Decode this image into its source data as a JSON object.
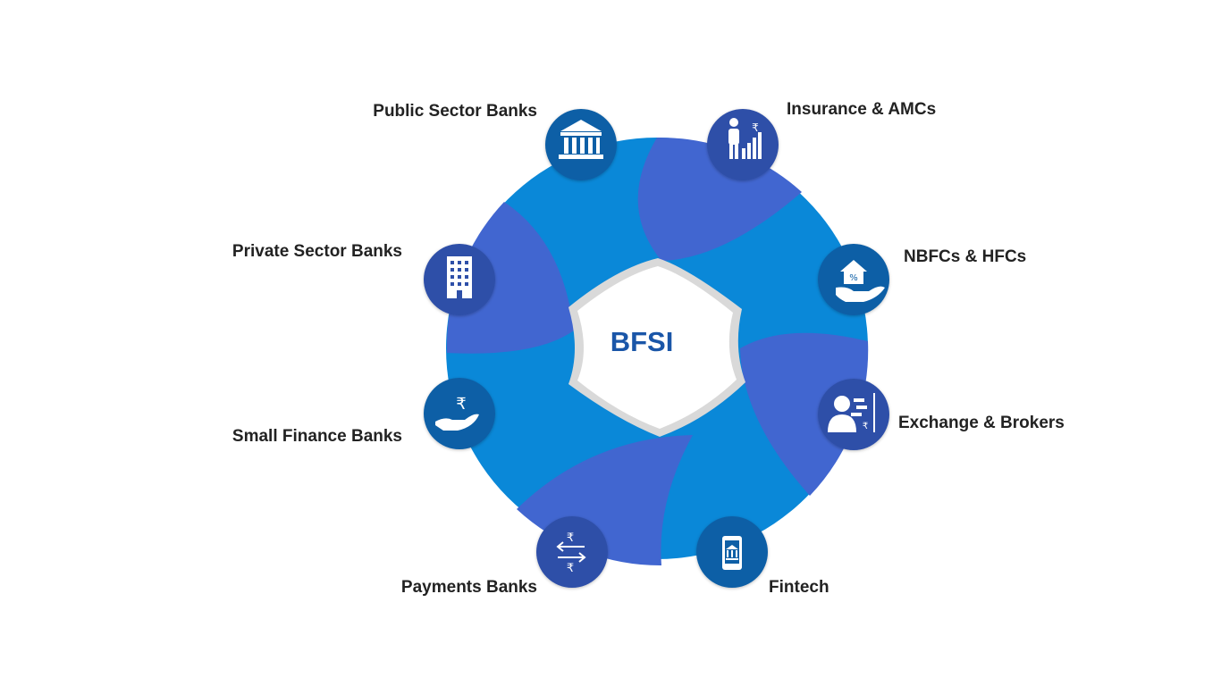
{
  "center": {
    "title": "BFSI"
  },
  "colors": {
    "ring_light": "#0A88D8",
    "ring_dark": "#4166D0",
    "node_dark": "#2E4FA8",
    "node_medium": "#0E5FA6",
    "center_title": "#1A56A8",
    "label_text": "#222222",
    "center_border": "#D9D9D9"
  },
  "nodes": [
    {
      "label": "Public Sector Banks",
      "icon": "bank-building-icon"
    },
    {
      "label": "Insurance & AMCs",
      "icon": "person-rupee-growth-icon"
    },
    {
      "label": "NBFCs & HFCs",
      "icon": "hand-house-percent-icon"
    },
    {
      "label": "Exchange & Brokers",
      "icon": "broker-trading-screen-icon"
    },
    {
      "label": "Fintech",
      "icon": "mobile-bank-icon"
    },
    {
      "label": "Payments Banks",
      "icon": "rupee-transfer-arrows-icon"
    },
    {
      "label": "Small Finance Banks",
      "icon": "hand-rupee-icon"
    },
    {
      "label": "Private Sector Banks",
      "icon": "office-tower-icon"
    }
  ]
}
